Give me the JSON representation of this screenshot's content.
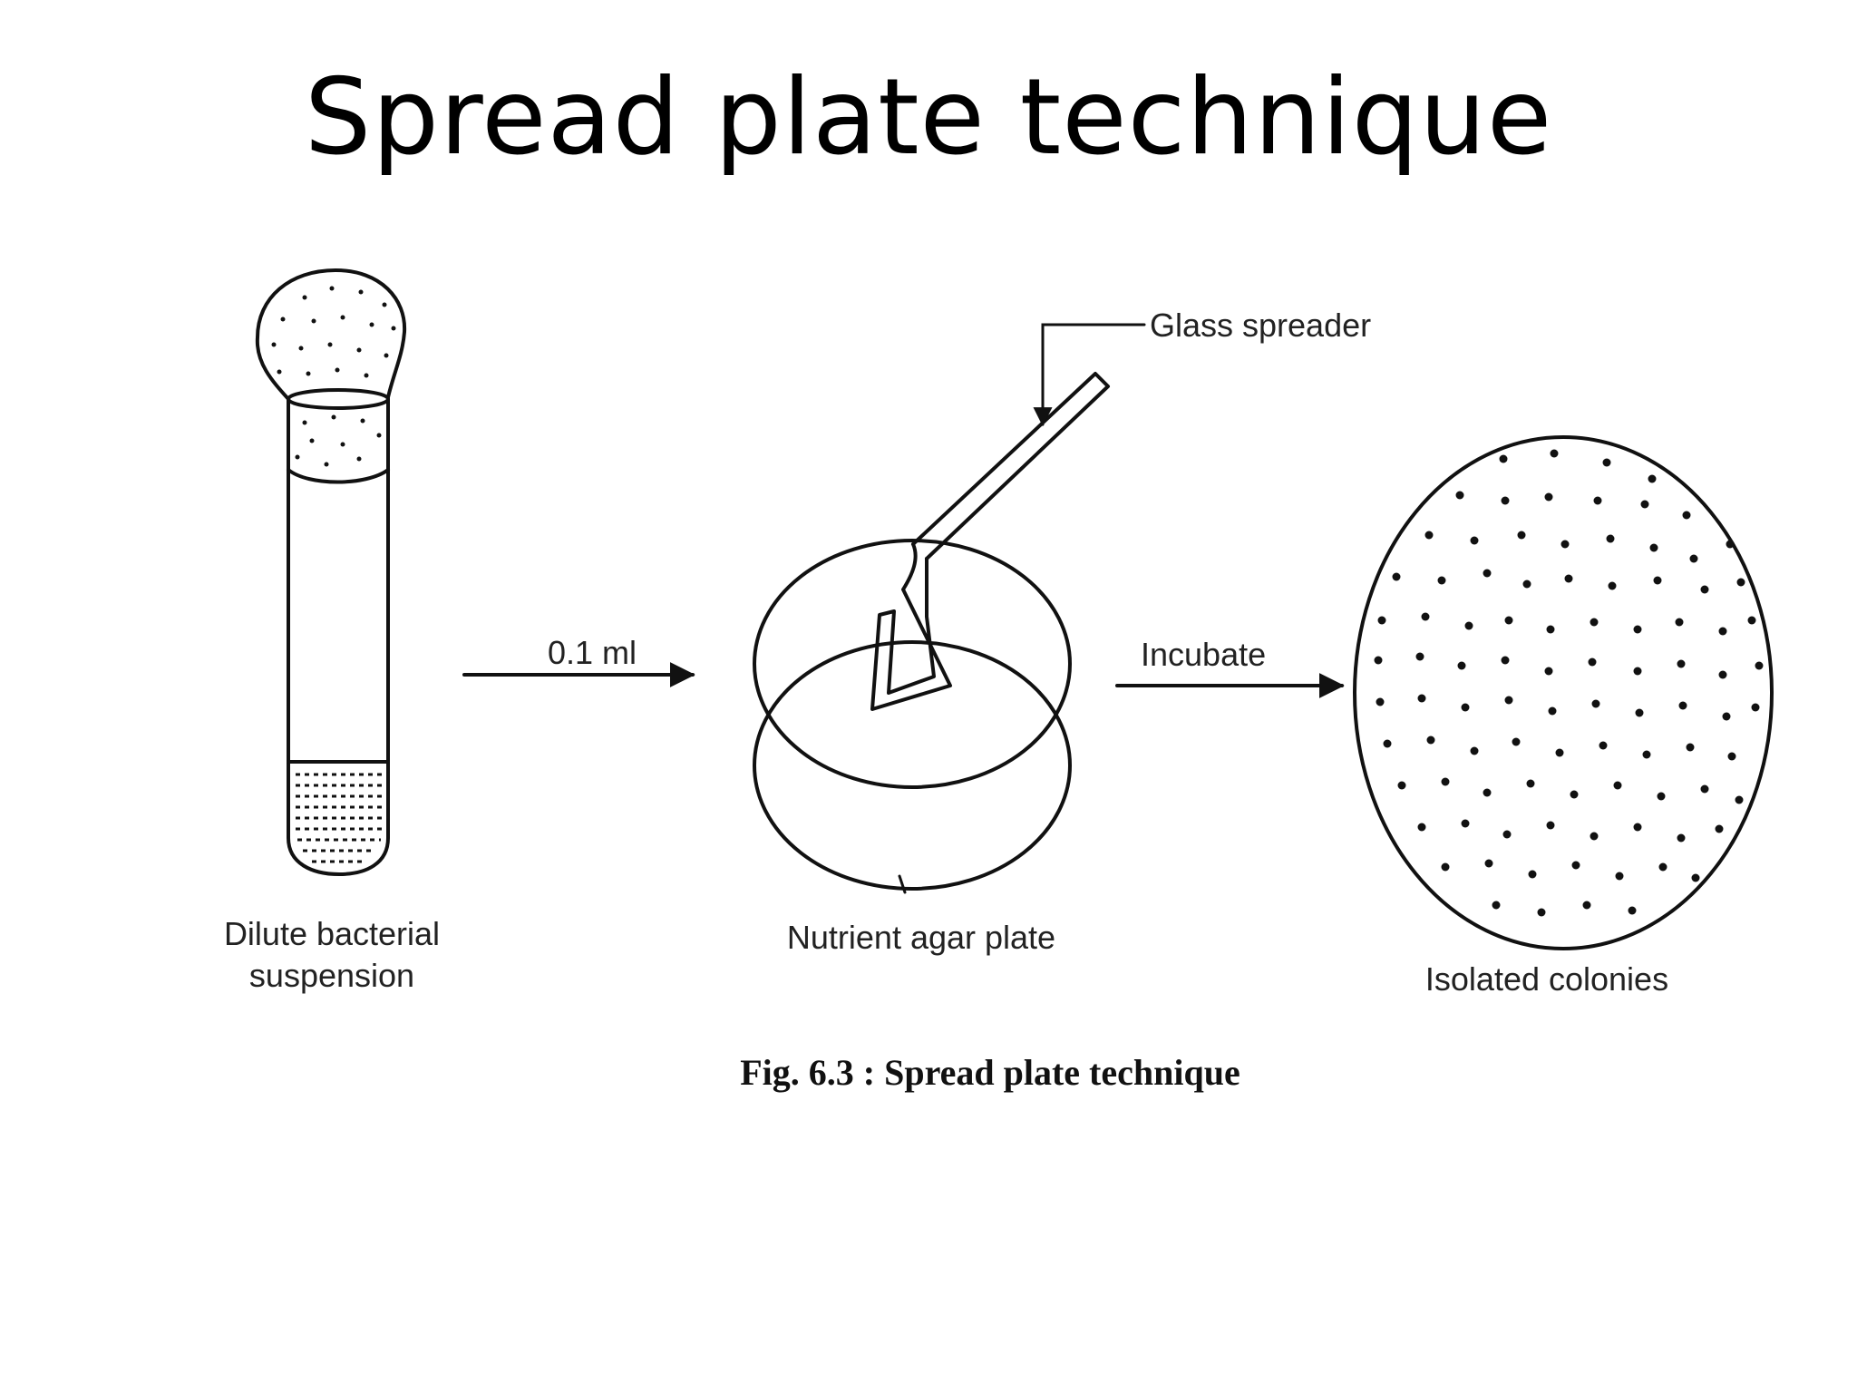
{
  "slide": {
    "title": "Spread plate technique"
  },
  "diagram": {
    "labels": {
      "dilute_suspension_line1": "Dilute bacterial",
      "dilute_suspension_line2": "suspension",
      "transfer_volume": "0.1 ml",
      "glass_spreader": "Glass spreader",
      "nutrient_agar_plate": "Nutrient agar plate",
      "incubate": "Incubate",
      "isolated_colonies": "Isolated colonies"
    },
    "caption": "Fig. 6.3 : Spread plate technique"
  }
}
